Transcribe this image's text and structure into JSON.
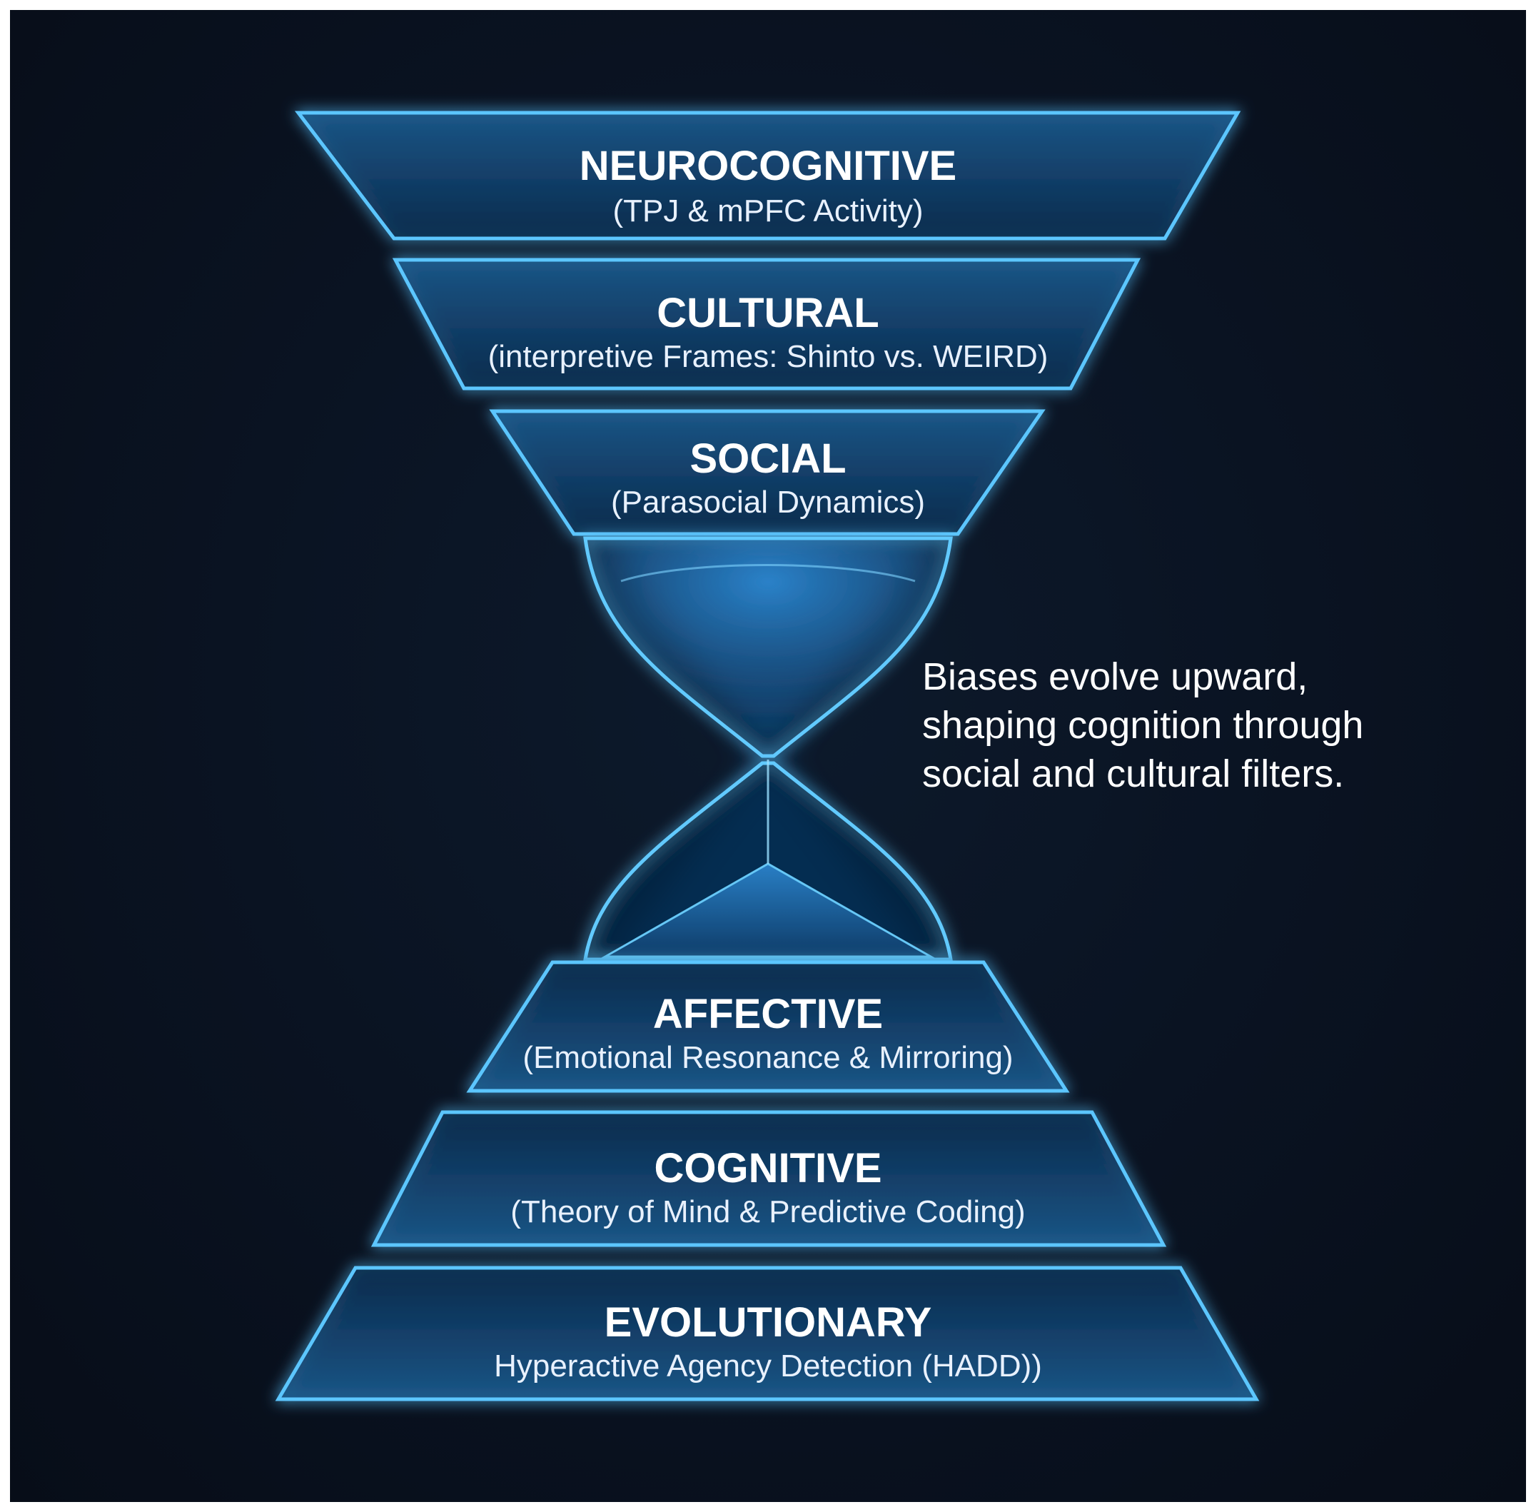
{
  "layers": [
    {
      "id": "neurocognitive",
      "title": "NEUROCOGNITIVE",
      "subtitle": "(TPJ & mPFC Activity)"
    },
    {
      "id": "cultural",
      "title": "CULTURAL",
      "subtitle": "(interpretive Frames: Shinto vs. WEIRD)"
    },
    {
      "id": "social",
      "title": "SOCIAL",
      "subtitle": "(Parasocial Dynamics)"
    },
    {
      "id": "affective",
      "title": "AFFECTIVE",
      "subtitle": "(Emotional Resonance & Mirroring)"
    },
    {
      "id": "cognitive",
      "title": "COGNITIVE",
      "subtitle": "(Theory of Mind & Predictive Coding)"
    },
    {
      "id": "evolutionary",
      "title": "EVOLUTIONARY",
      "subtitle": "Hyperactive Agency Detection (HADD))"
    }
  ],
  "annotation": {
    "line1": "Biases evolve upward,",
    "line2": "shaping cognition through",
    "line3": "social and cultural filters."
  },
  "colors": {
    "background": "#0a1322",
    "glow": "#3fb2ff",
    "panel_fill": "#123a63"
  }
}
